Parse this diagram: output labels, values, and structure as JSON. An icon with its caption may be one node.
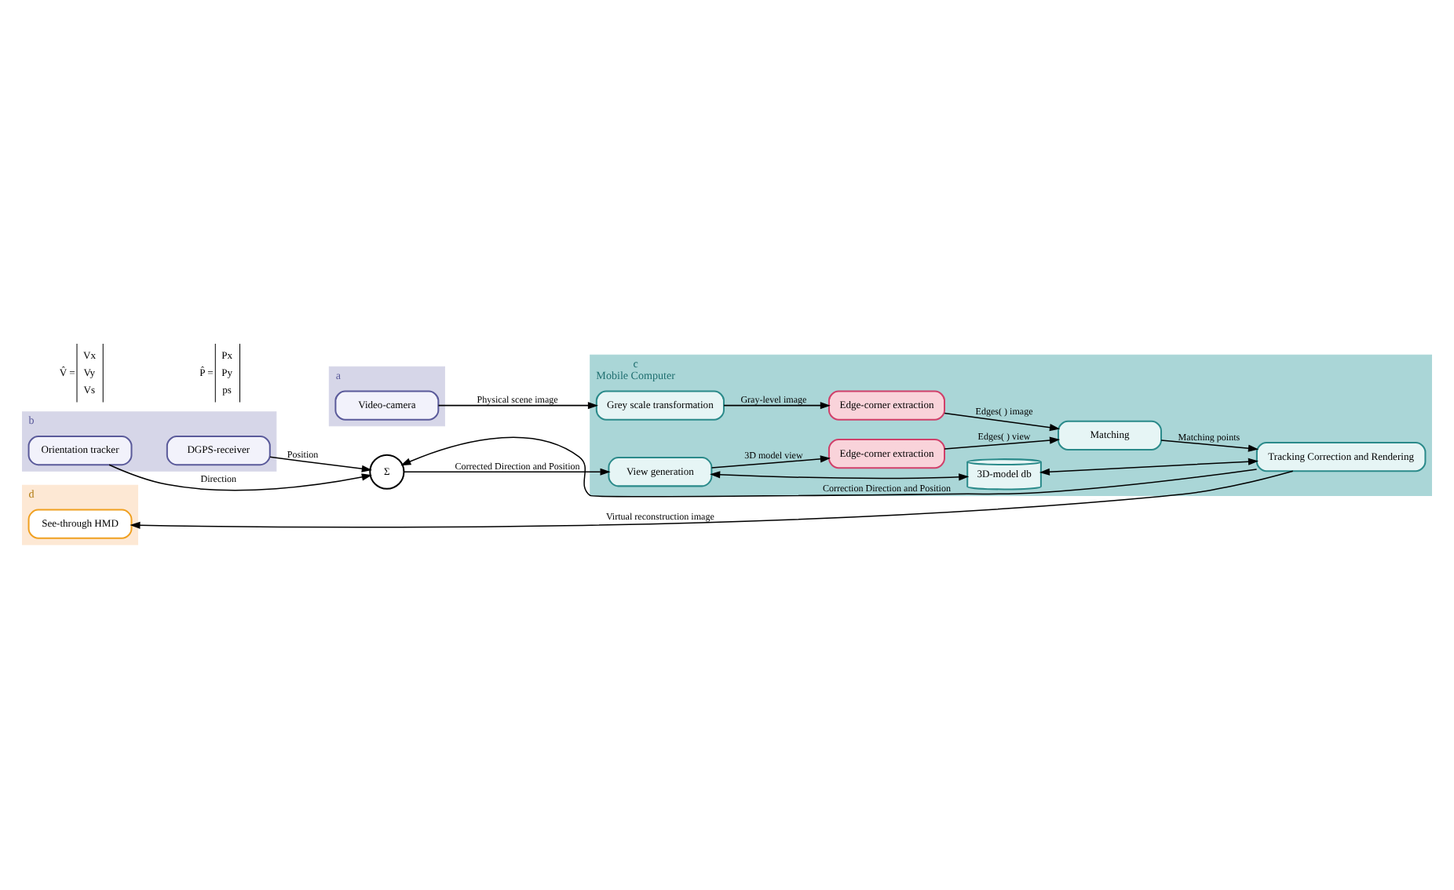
{
  "diagram": {
    "nodes": [
      {
        "text": [
          "a"
        ]
      },
      {
        "text": [
          "Video-camera"
        ],
        "in": 0
      },
      {
        "text": [
          "b"
        ]
      },
      {
        "text": [
          "Orientation tracker"
        ],
        "in": 2
      },
      {
        "text": [
          "DGPS-receiver"
        ],
        "in": 2
      },
      {
        "text": [
          "c",
          "Mobile Computer"
        ]
      },
      {
        "text": [
          "Grey scale transformation"
        ],
        "in": 5
      },
      {
        "text": [
          "Edge-corner extraction"
        ],
        "in": 5
      },
      {
        "text": [
          "Σ"
        ]
      },
      {
        "text": [
          "View generation"
        ],
        "in": 5
      },
      {
        "text": [
          "Edge-corner extraction"
        ],
        "in": 5
      },
      {
        "text": [
          "3D-model db"
        ],
        "in": 5
      },
      {
        "text": [
          "Tracking Correction and Rendering"
        ],
        "in": 5
      },
      {
        "text": [
          "Matching"
        ],
        "in": 5
      },
      {
        "text": [
          "d"
        ]
      },
      {
        "text": [
          "See-through HMD"
        ],
        "in": 14
      }
    ],
    "edges": [
      {
        "from": 1,
        "to": 6,
        "arrow": "to",
        "label": "Physical scene image"
      },
      {
        "from": 6,
        "to": 7,
        "arrow": "to",
        "label": "Gray-level image"
      },
      {
        "from": 3,
        "to": 8,
        "arrow": "to",
        "label": "Direction"
      },
      {
        "from": 4,
        "to": 8,
        "arrow": "to",
        "label": "Position"
      },
      {
        "from": 8,
        "to": 9,
        "arrow": "to",
        "label": "Corrected Direction and Position"
      },
      {
        "from": 9,
        "to": 10,
        "arrow": "to",
        "label": "3D model view"
      },
      {
        "from": 9,
        "to": 11,
        "arrow": "both"
      },
      {
        "from": 11,
        "to": 12,
        "arrow": "both"
      },
      {
        "from": 10,
        "to": 13,
        "arrow": "to",
        "label": "Edges( ) view"
      },
      {
        "from": 7,
        "to": 13,
        "arrow": "to",
        "label": "Edges( ) image"
      },
      {
        "from": 13,
        "to": 12,
        "arrow": "to",
        "label": "Matching points"
      },
      {
        "from": 12,
        "to": 8,
        "arrow": "to",
        "label": "Correction Direction and Position"
      },
      {
        "from": 12,
        "to": 15,
        "arrow": "to",
        "label": "Virtual reconstruction image"
      }
    ],
    "labels": [
      "V̂ =",
      "Vx",
      "Vy",
      "Vs",
      "P̂ =",
      "Px",
      "Py",
      "ps"
    ]
  }
}
